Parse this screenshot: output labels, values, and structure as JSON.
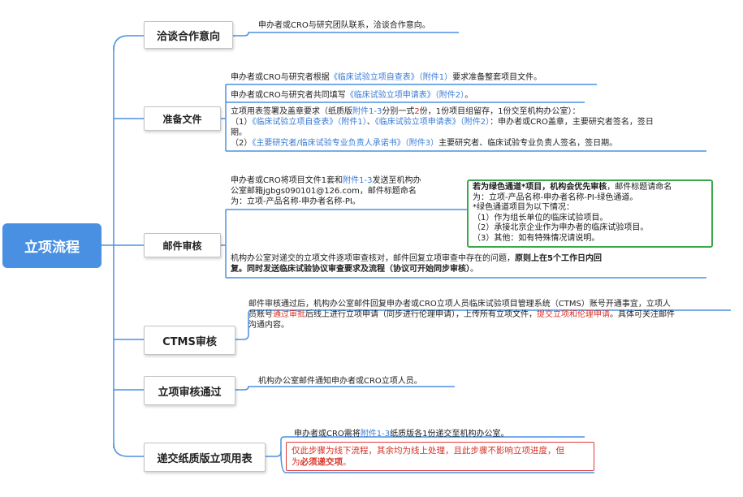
{
  "root": {
    "label": "立项流程"
  },
  "nodes": {
    "n1": "洽谈合作意向",
    "n2": "准备文件",
    "n3": "邮件审核",
    "n4": "CTMS审核",
    "n5": "立项审核通过",
    "n6": "递交纸质版立项用表"
  },
  "leaves": {
    "n1": {
      "text": "申办者或CRO与研究团队联系，洽谈合作意向。"
    },
    "n2": {
      "a_pre": "申办者或CRO与研究者根据",
      "a_link": "《临床试验立项自查表》（附件1）",
      "a_post": "要求准备整套项目文件。",
      "b_pre": "申办者或CRO与研究者共同填写",
      "b_link": "《临床试验立项申请表》（附件2）",
      "b_post": "。",
      "c_l1_pre": "立项用表签署及盖章要求（纸质版",
      "c_l1_link": "附件1-3",
      "c_l1_mid": "分别一式",
      "c_l1_num": "2",
      "c_l1_post": "份，1份项目组留存，1份交至机构办公室）：",
      "c_l2_pre": "（1）",
      "c_l2_link1": "《临床试验立项自查表》（附件1）",
      "c_l2_sep": "、",
      "c_l2_link2": "《临床试验立项申请表》（附件2）",
      "c_l2_post": "：申办者或CRO盖章，主要研究者签名，签日",
      "c_l3": "期。",
      "c_l4_pre": "（2）",
      "c_l4_link": "《主要研究者/临床试验专业负责人承诺书》（附件3）",
      "c_l4_post": "主要研究者、临床试验专业负责人签名，签日期。"
    },
    "n3": {
      "a_l1_pre": "申办者或CRO将项目文件1套和",
      "a_l1_link": "附件1-3",
      "a_l1_post": "发送至机构办",
      "a_l2": "公室邮箱jgbgs090101@126.com，邮件标题命名",
      "a_l3": "为：立项-产品名称-申办者名称-PI。",
      "g_l1_bold": "若为绿色通道*项目，机构会优先审核",
      "g_l1_post": "，邮件标题请命名",
      "g_l2": "为：立项-产品名称-申办者名称-PI-绿色通道。",
      "g_l3": "*绿色通道项目为以下情况：",
      "g_l4": "（1）作为组长单位的临床试验项目。",
      "g_l5": "（2）承接北京企业作为申办者的临床试验项目。",
      "g_l6": "（3）其他：如有特殊情况请说明。",
      "b_l1_pre": "机构办公室对递交的立项文件逐项审查核对，邮件回复立项审查中存在的问题，",
      "b_l1_bold": "原则上在5个工作日内回",
      "b_l2_bold": "复。同时发送临床试验协议审查要求及流程（协议可开始同步审核）",
      "b_l2_post": "。"
    },
    "n4": {
      "l1": "邮件审核通过后，机构办公室邮件回复申办者或CRO立项人员临床试验项目管理系统（CTMS）账号开通事宜，立项人",
      "l2_pre": "员账号",
      "l2_red1": "通过审批",
      "l2_mid": "后线上进行立项申请（同步进行伦理申请），上传所有立项文件，",
      "l2_red2": "提交立项和伦理申请",
      "l2_post": "。具体可关注邮件",
      "l3": "沟通内容。"
    },
    "n5": {
      "text": "机构办公室邮件通知申办者或CRO立项人员。"
    },
    "n6": {
      "a_pre": "申办者或CRO需将",
      "a_link": "附件1-3",
      "a_post": "纸质版各1份递交至机构办公室。",
      "r_l1": "仅此步骤为线下流程，其余均为线上处理，且此步骤不影响立项进度，但",
      "r_l2_pre": "为",
      "r_l2_bold": "必须递交项",
      "r_l2_post": "。"
    }
  },
  "colors": {
    "root_fill": "#4a90e2",
    "connector": "#4a90e2",
    "link_text": "#3a7bd5",
    "highlight_red": "#d93025",
    "green_border": "#3aa84a"
  }
}
